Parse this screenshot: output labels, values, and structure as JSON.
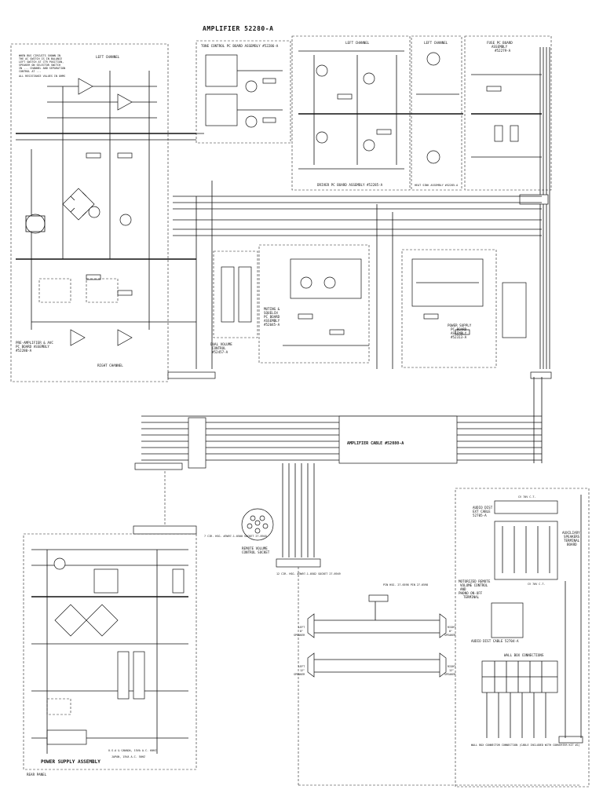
{
  "title": "AMPLIFIER 52280-A",
  "notes": {
    "top_left": "WHEN BUS CIRCUITS SHOWN IN THE AC SWITCH IS IN BALANCE LEFT SWITCH AT CTR POSITION, SPEAKER ON SELECTOR SWITCH IN ... CHANNEL AND SEPARATION CONTROL AT ...",
    "top_left_2": "ALL RESISTANCE VALUES IN OHMS"
  },
  "assemblies": {
    "tone_control": "TONE CONTROL PC BOARD ASSEMBLY #52286-A",
    "preamp": "PRE-AMPLIFIER & AVC PC BOARD ASSEMBLY #52280-A",
    "driver": "DRIVER PC BOARD ASSEMBLY #52285-A",
    "heat_sink": "HEAT SINK ASSEMBLY #52285-A",
    "fuse": "FUSE PC BOARD ASSEMBLY #52279-A",
    "muting": "MUTING & SQUELCH PC BOARD ASSEMBLY #52045-A",
    "dual_volume": "DUAL VOLUME CONTROL #52457-A",
    "power_supply_board": "POWER SUPPLY PC BOARD ASSEMBLY #52313-A",
    "amplifier_cable": "AMPLIFIER CABLE #52080-A",
    "remote_socket": "REMOTE VOLUME CONTROL SOCKET",
    "audio_dist_ext": "AUDIO DIST EXT CABLE 52705-A",
    "aux_speakers": "AUXILIARY SPEAKERS TERMINAL BOARD",
    "motorized_remote": "MOTORIZED REMOTE VOLUME CONTROL AND PHONO ON-OFF TERMINAL",
    "audio_dist_cable": "AUDIO DIST CABLE 52704-A",
    "wall_box": "WALL BOX CONNECTIONS",
    "power_supply_assembly": "POWER SUPPLY ASSEMBLY",
    "rear_panel": "REAR PANEL"
  },
  "channels": {
    "left": "LEFT CHANNEL",
    "right": "RIGHT CHANNEL"
  },
  "speakers": {
    "left_upper": "LEFT 8\" SPEAKER",
    "right_upper": "RIGHT 8\" SPEAKER",
    "left_lower": "LEFT 12\" SPEAKER",
    "right_lower": "RIGHT 12\" SPEAKER"
  },
  "power_notes": {
    "usa": "U.S.A & CANADA, 15VA A.C. 60HZ",
    "japan": "JAPAN, 15VA A.C. 50HZ"
  },
  "misc": {
    "wall_box_footer": "WALL BOX CONNECTOR CONNECTION (CABLE INCLUDED WITH CONVERTER KIT #1)",
    "ct_upper": "CV 70V C.T.",
    "ct_lower": "CV 70V C.T.",
    "socket_a": "12 CIR. HSG. #3W97-1-0582 SOCKET 27-6949",
    "socket_b": "7 CIR. HSG. #3W97-1-0500 SOCKET 27-6948",
    "plug_label": "PIN HSG. 27-6598 PIN 27-6598"
  }
}
